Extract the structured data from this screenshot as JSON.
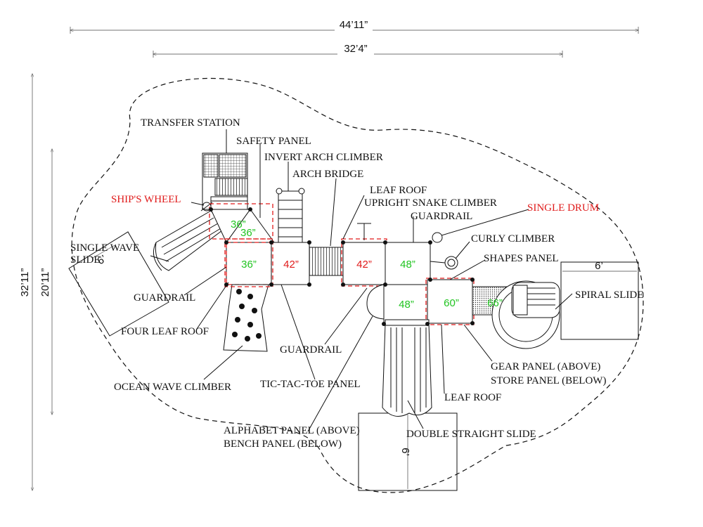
{
  "dimensions": {
    "overall_width": "44’11”",
    "inner_width": "32’4”",
    "overall_depth": "32’11”",
    "inner_depth": "20’11”",
    "slide_zone_left": "6’",
    "slide_zone_right": "6’",
    "slide_zone_bottom": "6’"
  },
  "decks": {
    "d1": "36”",
    "d2": "36”",
    "d3": "36”",
    "d4": "42”",
    "d5": "42”",
    "d6": "48”",
    "d7": "48”",
    "d8": "60”",
    "d9": "66”"
  },
  "labels": {
    "transfer_station": "TRANSFER STATION",
    "safety_panel": "SAFETY PANEL",
    "invert_arch_climber": "INVERT ARCH CLIMBER",
    "arch_bridge": "ARCH BRIDGE",
    "leaf_roof_top": "LEAF ROOF",
    "upright_snake_climber": "UPRIGHT SNAKE CLIMBER",
    "guardrail_top": "GUARDRAIL",
    "ships_wheel": "SHIP'S WHEEL",
    "single_drum": "SINGLE DRUM",
    "curly_climber": "CURLY CLIMBER",
    "shapes_panel": "SHAPES PANEL",
    "single_wave_slide_1": "SINGLE WAVE",
    "single_wave_slide_2": "SLIDE",
    "spiral_slide": "SPIRAL SLIDE",
    "guardrail_left": "GUARDRAIL",
    "four_leaf_roof": "FOUR LEAF ROOF",
    "guardrail_bottom": "GUARDRAIL",
    "gear_panel": "GEAR PANEL (ABOVE)",
    "store_panel": "STORE PANEL (BELOW)",
    "ocean_wave_climber": "OCEAN WAVE CLIMBER",
    "tic_tac_toe_panel": "TIC-TAC-TOE PANEL",
    "leaf_roof_bottom": "LEAF ROOF",
    "alphabet_panel": "ALPHABET PANEL (ABOVE)",
    "bench_panel": "BENCH PANEL (BELOW)",
    "double_straight_slide": "DOUBLE STRAIGHT SLIDE"
  },
  "colors": {
    "ink": "#111111",
    "deck_height_green": "#21c421",
    "highlight_red": "#e01b1b"
  }
}
